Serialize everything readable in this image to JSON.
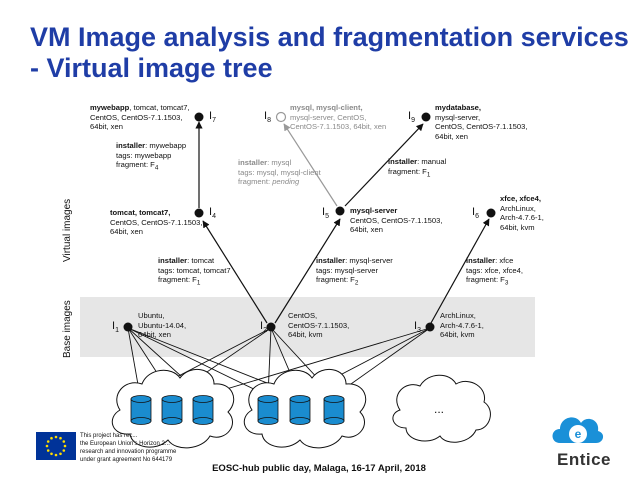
{
  "title": "VM Image analysis and fragmentation services - Virtual image tree",
  "axis": {
    "virtual": "Virtual images",
    "base": "Base images"
  },
  "nodes": {
    "I1": {
      "id": "I",
      "sub": "1",
      "lines": [
        "Ubuntu,",
        "Ubuntu-14.04,",
        "64bit, xen"
      ]
    },
    "I2": {
      "id": "I",
      "sub": "2",
      "lines": [
        "CentOS,",
        "CentOS-7.1.1503,",
        "64bit, kvm"
      ]
    },
    "I3": {
      "id": "I",
      "sub": "3",
      "lines": [
        "ArchLinux,",
        "Arch-4.7.6-1,",
        "64bit, kvm"
      ]
    },
    "I4": {
      "id": "I",
      "sub": "4",
      "head": "tomcat, tomcat7,",
      "lines": [
        "CentOS, CentOS-7.1.1503,",
        "64bit, xen"
      ]
    },
    "I5": {
      "id": "I",
      "sub": "5",
      "head": "mysql-server",
      "lines": [
        "CentOS, CentOS-7.1.1503,",
        "64bit, xen"
      ]
    },
    "I6": {
      "id": "I",
      "sub": "6",
      "head": "xfce, xfce4,",
      "lines": [
        "ArchLinux,",
        "Arch-4.7.6-1,",
        "64bit, kvm"
      ]
    },
    "I7": {
      "id": "I",
      "sub": "7",
      "head": "mywebapp",
      "headrest": ", tomcat, tomcat7,",
      "lines": [
        "CentOS, CentOS-7.1.1503,",
        "64bit, xen"
      ]
    },
    "I8": {
      "id": "I",
      "sub": "8",
      "head": "mysql, mysql-client,",
      "lines": [
        "mysql-server, CentOS,",
        "CentOS-7.1.1503, 64bit, xen"
      ]
    },
    "I9": {
      "id": "I",
      "sub": "9",
      "head": "mydatabase,",
      "lines": [
        "mysql-server,",
        "CentOS, CentOS-7.1.1503,",
        "64bit, xen"
      ]
    }
  },
  "edges": {
    "e24": {
      "installer": "tomcat",
      "tags": "tags: tomcat, tomcat7",
      "frag": "fragment: F",
      "fragsub": "1"
    },
    "e25": {
      "installer": "mysql-server",
      "tags": "tags: mysql-server",
      "frag": "fragment: F",
      "fragsub": "2"
    },
    "e36": {
      "installer": "xfce",
      "tags": "tags: xfce, xfce4,",
      "frag": "fragment: F",
      "fragsub": "3"
    },
    "e47": {
      "installer": "mywebapp",
      "tags": "tags: mywebapp",
      "frag": "fragment: F",
      "fragsub": "4"
    },
    "e58": {
      "installer": "mysql",
      "tags": "tags: mysql, mysql-client",
      "frag": "fragment: ",
      "fragital": "pending"
    },
    "e59": {
      "installer": "manual",
      "frag": "fragment: F",
      "fragsub": "1"
    }
  },
  "installer_word": "installer",
  "storage_more": "...",
  "eu_text": [
    "This project has rec...",
    "the European Union's Horizon 2...",
    "research and innovation programme",
    "under grant agreement No 644179"
  ],
  "footer": "EOSC-hub public day, Malaga, 16-17 April, 2018",
  "logo_text": "Entice",
  "colors": {
    "title": "#1f3da6",
    "eu_blue": "#003399",
    "eu_star": "#ffdd00",
    "disk": "#1a8ccf",
    "logo": "#1a90d8",
    "base_band": "#e6e6e6"
  }
}
